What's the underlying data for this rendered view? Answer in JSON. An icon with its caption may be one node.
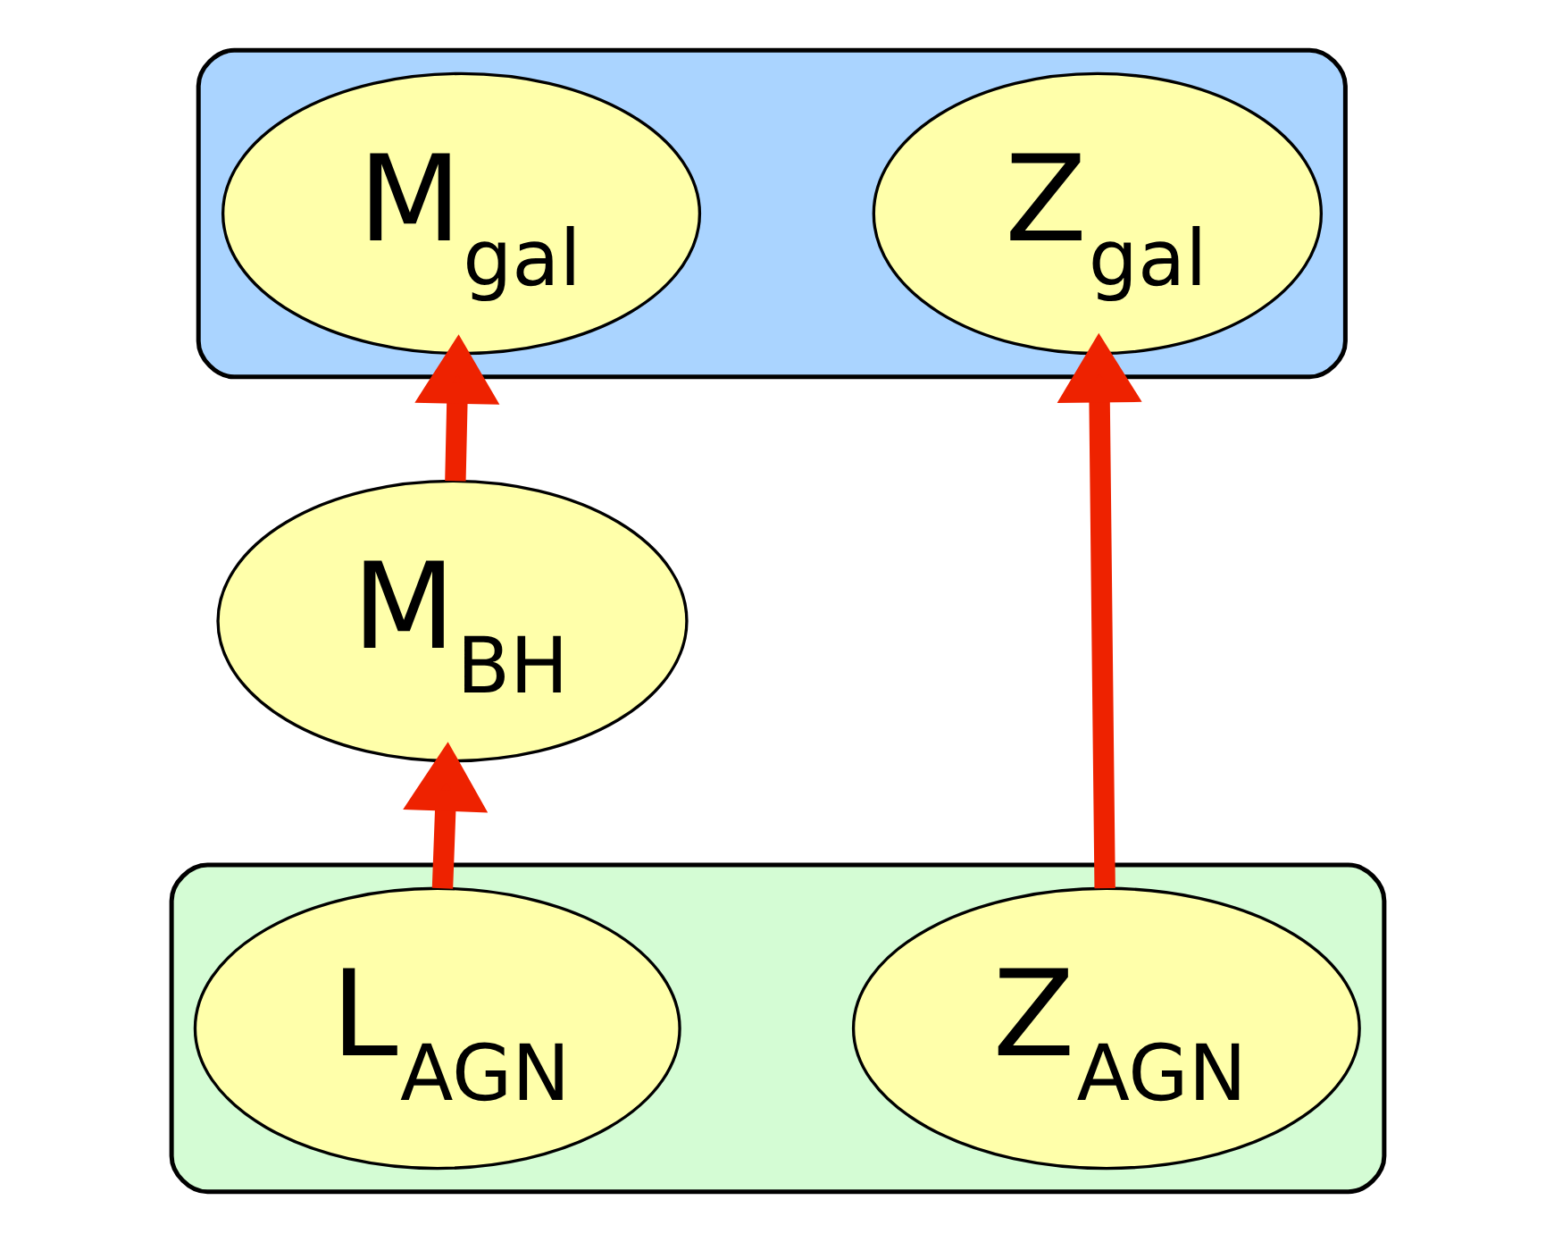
{
  "diagram": {
    "nodes": [
      {
        "text": [],
        "shape": "box"
      },
      {
        "text": [
          "M$_{gal}$"
        ],
        "in": 0
      },
      {
        "text": [
          "Z$_{gal}$"
        ],
        "in": 0
      },
      {
        "text": [
          "M$_{BH}$"
        ]
      },
      {
        "text": [],
        "shape": "box"
      },
      {
        "text": [
          "L$_{AGN}$"
        ],
        "in": 4
      },
      {
        "text": [
          "Z$_{AGN}$"
        ],
        "in": 4
      }
    ],
    "edges": [
      {
        "from": 3,
        "to": 1,
        "arrow": "to"
      },
      {
        "from": 5,
        "to": 3,
        "arrow": "to"
      },
      {
        "from": 6,
        "to": 2,
        "arrow": "to"
      }
    ]
  }
}
